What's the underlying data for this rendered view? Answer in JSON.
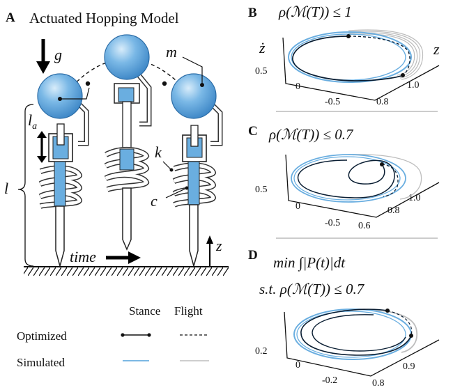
{
  "panel_a": {
    "letter": "A",
    "title": "Actuated Hopping Model",
    "labels": {
      "gravity": "g",
      "mass": "m",
      "actuator_length": "l_a",
      "spring": "k",
      "damper": "c",
      "leg_length": "l",
      "time": "time",
      "height": "z"
    }
  },
  "legend": {
    "col_stance": "Stance",
    "col_flight": "Flight",
    "row_optimized": "Optimized",
    "row_simulated": "Simulated"
  },
  "panel_b": {
    "letter": "B",
    "title": "ρ(ℳ(T)) ≤ 1",
    "axis_zdot": "ż",
    "axis_z": "z",
    "zdot_ticks": [
      "0.5",
      "0",
      "-0.5"
    ],
    "z_ticks": [
      "0.8",
      "1.0"
    ]
  },
  "panel_c": {
    "letter": "C",
    "title": "ρ(ℳ(T)) ≤ 0.7",
    "zdot_ticks": [
      "0.5",
      "0",
      "-0.5"
    ],
    "z_ticks": [
      "0.6",
      "0.8",
      "1.0"
    ]
  },
  "panel_d": {
    "letter": "D",
    "title_line1": "min ∫|P(t)|dt",
    "title_line2": "s.t. ρ(ℳ(T)) ≤ 0.7",
    "zdot_ticks": [
      "0.2",
      "0",
      "-0.2"
    ],
    "z_ticks": [
      "0.8",
      "0.9"
    ]
  },
  "colors": {
    "sphere": "#6aaee0",
    "simulated": "#6aaee0",
    "optimized": "#0a1e33",
    "flight": "#bdbdbd"
  }
}
